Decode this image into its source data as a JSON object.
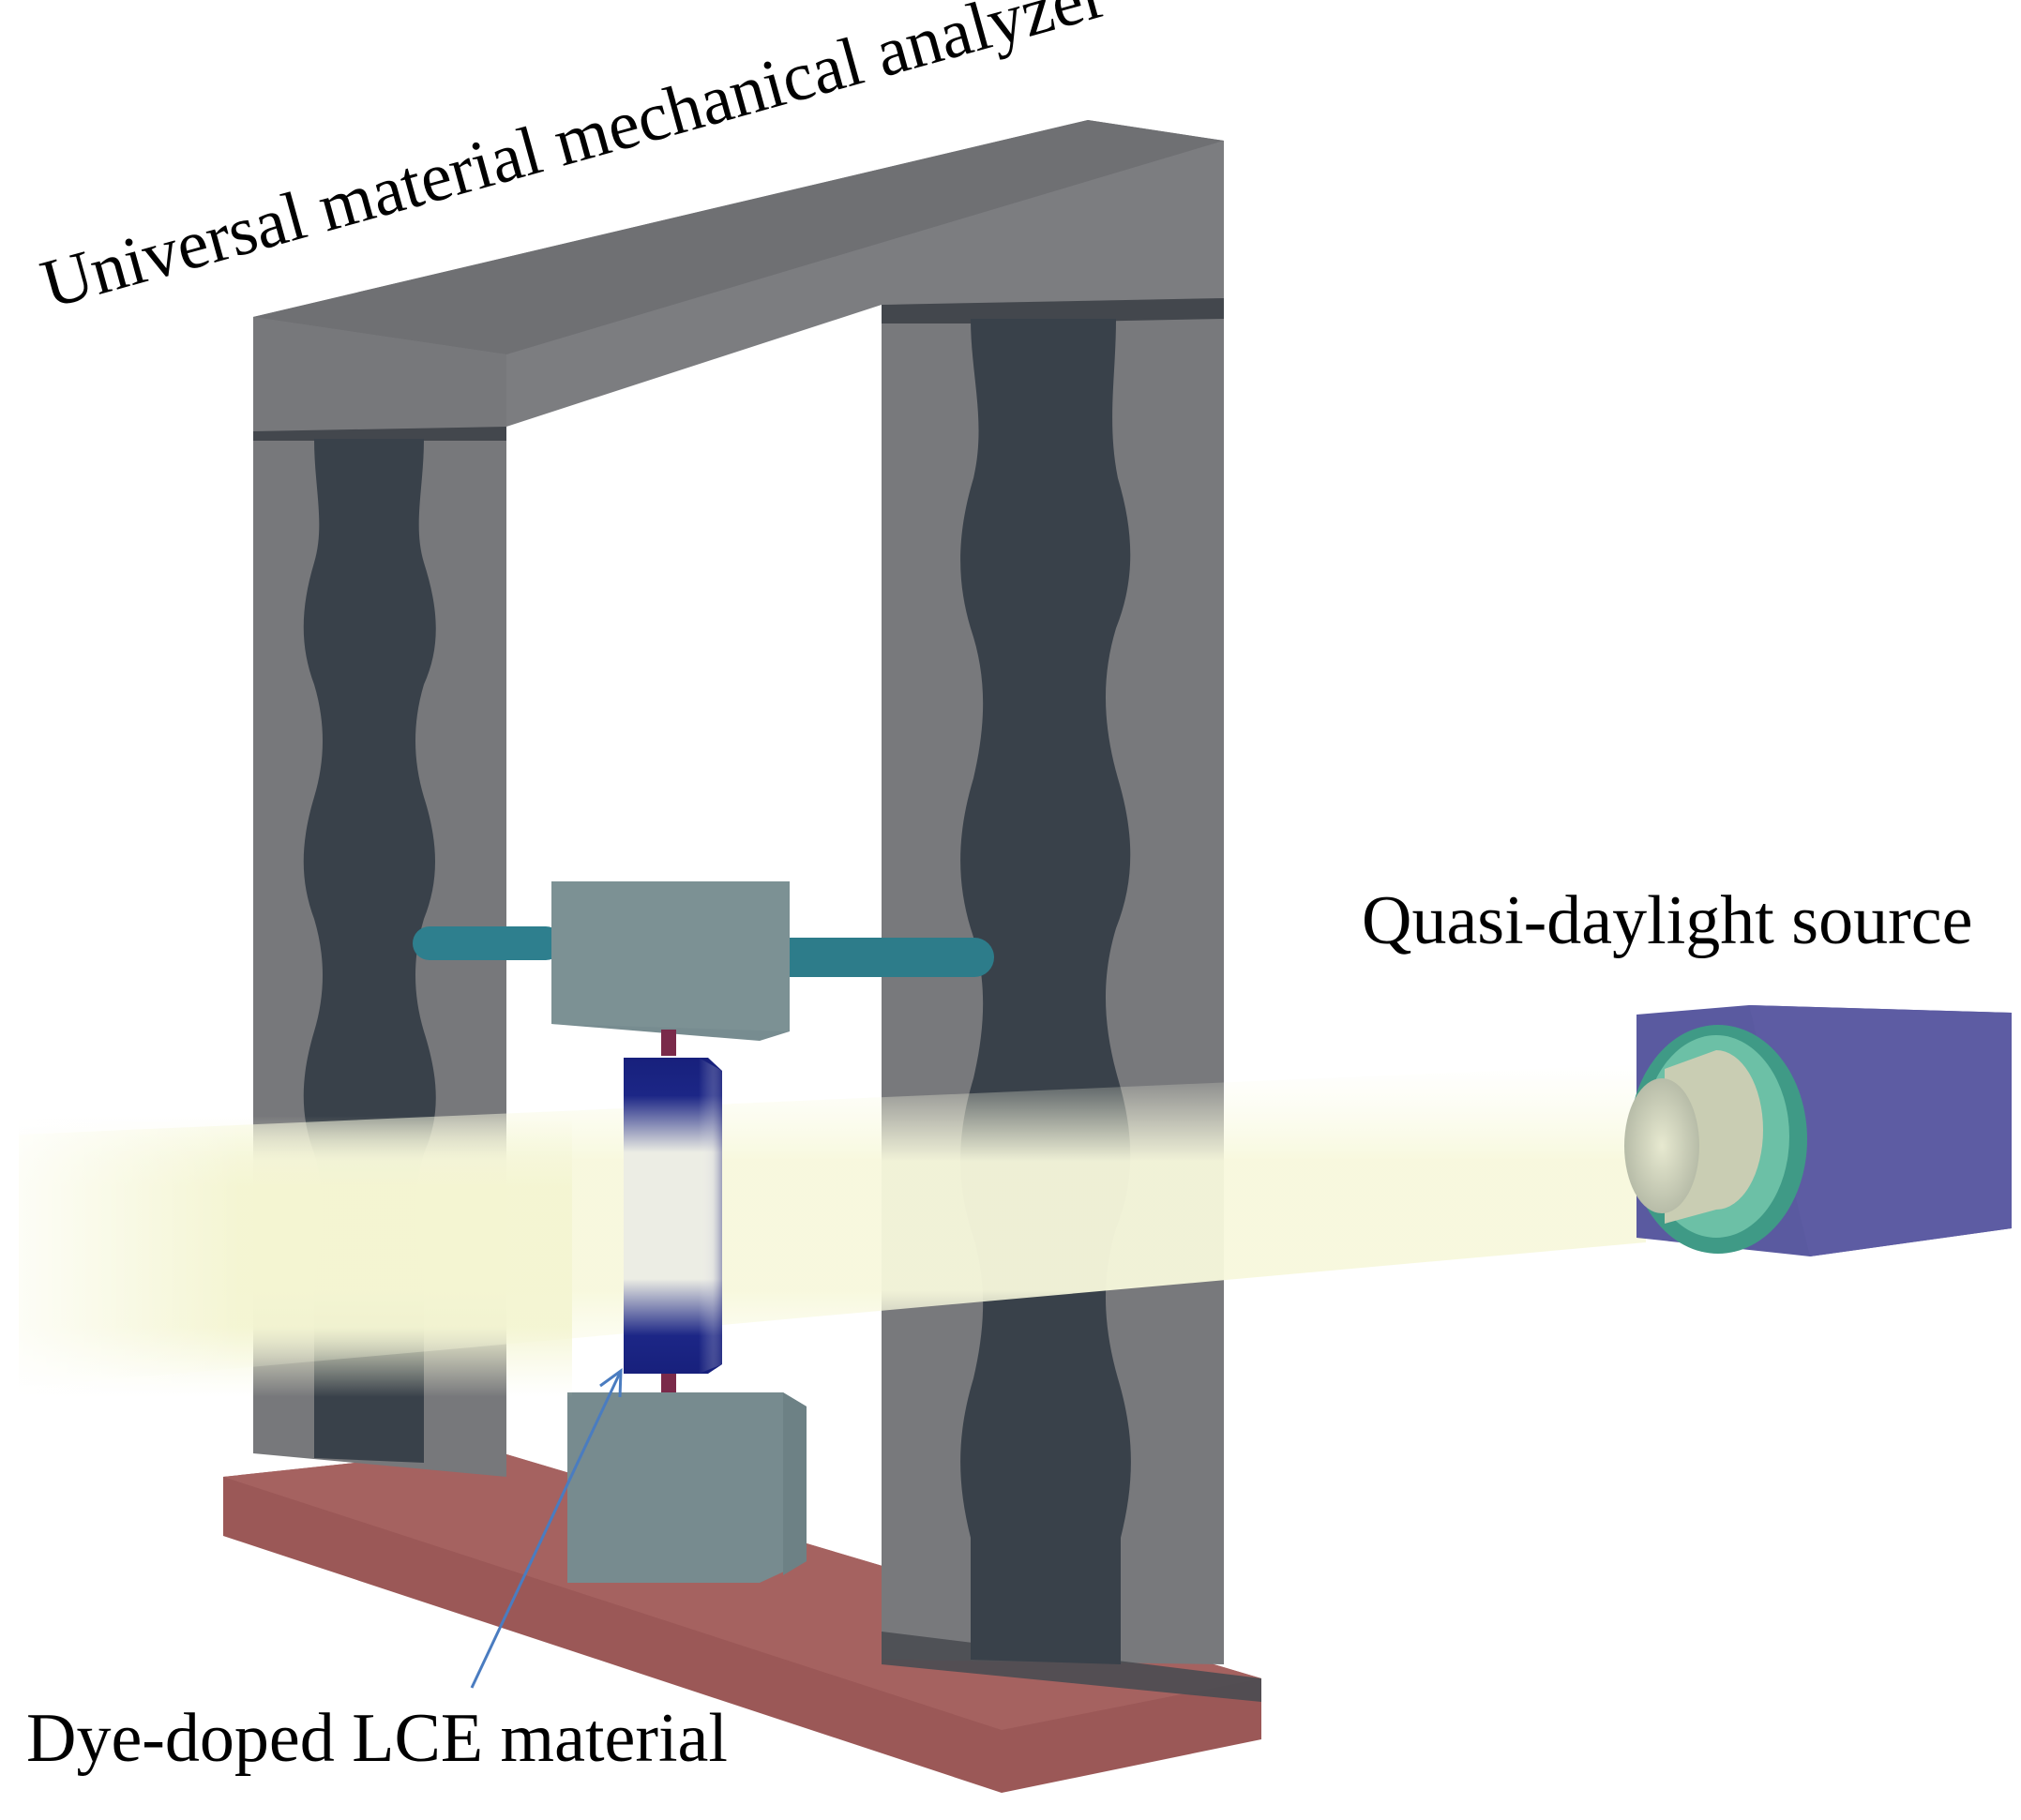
{
  "labels": {
    "analyzer": "Universal material mechanical analyzer",
    "light_source": "Quasi-daylight source",
    "material": "Dye-doped LCE material"
  },
  "colors": {
    "frame": "#7a7b7d",
    "frame_top": "#59595b",
    "screw": "#3a4149",
    "base": "#a05a5a",
    "clamp": "#778b8f",
    "bar": "#2f7f8e",
    "specimen": "#18217e",
    "light_beam": "#f3f4d4",
    "source_box": "#5b5aa0",
    "lens_ring": "#6bbfa4",
    "arrow": "#4a7cc0"
  },
  "icons": [
    "analyzer-frame",
    "lead-screw-left",
    "lead-screw-right",
    "upper-clamp",
    "lower-clamp",
    "lce-specimen",
    "light-beam",
    "light-source-box",
    "pointer-arrow"
  ]
}
